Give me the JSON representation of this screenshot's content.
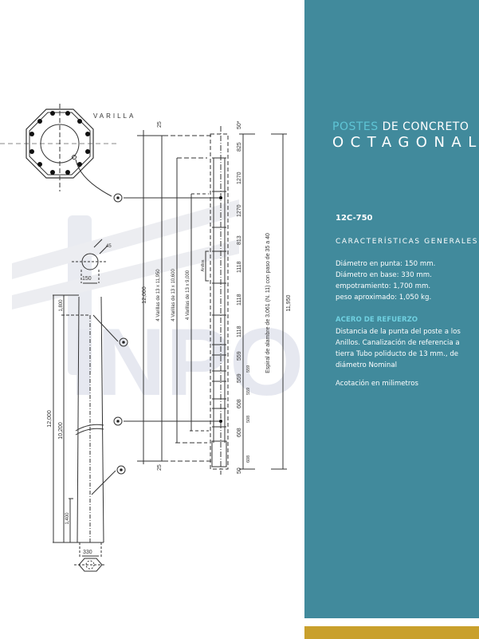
{
  "drawing": {
    "watermark_logo": "INPOCE",
    "section_label": "VARILLA",
    "left_elevation": {
      "top_diameter": "150",
      "base_diameter": "330",
      "angle": "45",
      "total_length": "12,000",
      "length_10200": "10,200",
      "length_1800": "1,800",
      "length_1400": "1,400"
    },
    "main": {
      "top_offset": "25",
      "bottom_offset": "25",
      "total_length": "12,000",
      "bar1": "4 Varillas de 13 x 11,950",
      "bar2": "4 Varillas de 13 x 10,600",
      "bar3": "4 Varillas de 13 x 9,000",
      "rings_label": "Anillos",
      "spiral": "Espiral de alambre de 3,061 (N. 11) con paso de 35 a 40",
      "overall": "11,950",
      "spacings": [
        "50*",
        "825",
        "1270",
        "1270",
        "813",
        "1118",
        "1118",
        "1118",
        "559",
        "559",
        "608",
        "608",
        "50"
      ],
      "spacings_minor": [
        "559",
        "559",
        "508",
        "608"
      ]
    }
  },
  "panel": {
    "title_accent": "POSTES",
    "title_rest": " DE CONCRETO",
    "title_line2": "OCTAGONAL",
    "model": "12C-750",
    "section_title": "CARACTERÍSTICAS GENERALES",
    "specs": [
      "Diámetro en punta: 150 mm.",
      "Diámetro en base: 330 mm.",
      "empotramiento: 1,700 mm.",
      "peso aproximado: 1,050 kg."
    ],
    "reinforcement_title": "ACERO DE REFUERZO",
    "reinforcement_desc": "Distancia de la punta del poste a los Anillos. Canalización de referencia a tierra Tubo poliducto de 13 mm., de diámetro Nominal",
    "note": "Acotación en milimetros"
  },
  "colors": {
    "panel": "#418a9c",
    "accent": "#5fc5d6",
    "gold": "#c9a02c"
  }
}
